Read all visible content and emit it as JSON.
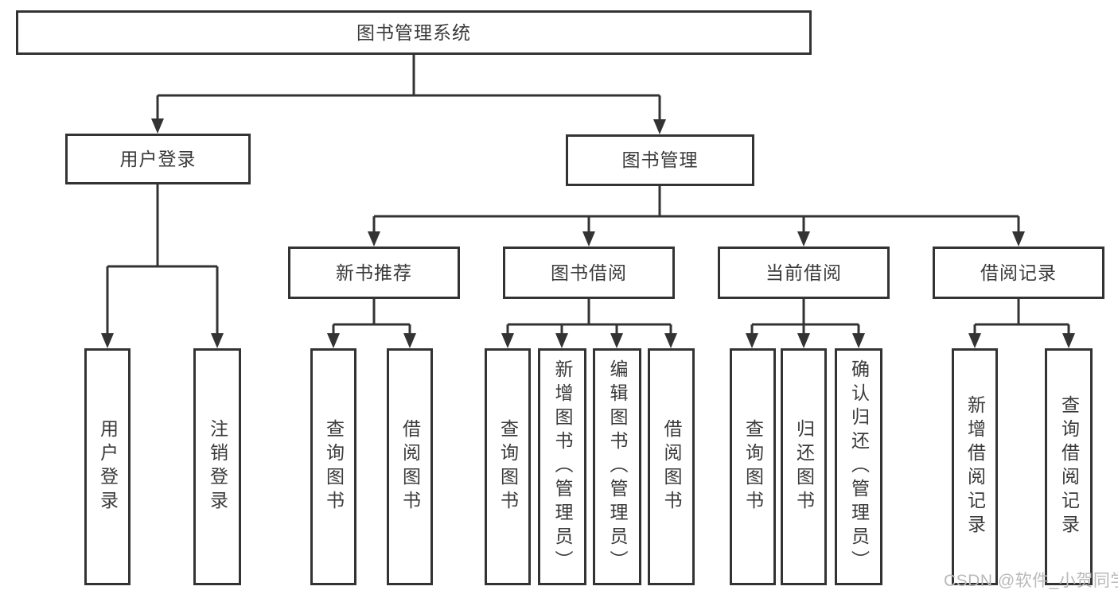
{
  "root": {
    "label": "图书管理系统"
  },
  "level2": {
    "user_login": {
      "label": "用户登录"
    },
    "book_mgmt": {
      "label": "图书管理"
    }
  },
  "user_login_children": {
    "login": {
      "label": "用户登录"
    },
    "logout": {
      "label": "注销登录"
    }
  },
  "book_mgmt_children": {
    "new_book_rec": {
      "label": "新书推荐"
    },
    "book_borrow": {
      "label": "图书借阅"
    },
    "current_borrow": {
      "label": "当前借阅"
    },
    "borrow_record": {
      "label": "借阅记录"
    }
  },
  "new_book_rec_children": {
    "query_books": {
      "label": "查询图书"
    },
    "borrow_books": {
      "label": "借阅图书"
    }
  },
  "book_borrow_children": {
    "query_books": {
      "label": "查询图书"
    },
    "add_books": {
      "label": "新增图书（管理员）"
    },
    "edit_books": {
      "label": "编辑图书（管理员）"
    },
    "borrow_books": {
      "label": "借阅图书"
    }
  },
  "current_borrow_children": {
    "query_books": {
      "label": "查询图书"
    },
    "return_books": {
      "label": "归还图书"
    },
    "confirm_return": {
      "label": "确认归还（管理员）"
    }
  },
  "borrow_record_children": {
    "add_record": {
      "label": "新增借阅记录"
    },
    "query_record": {
      "label": "查询借阅记录"
    }
  },
  "watermark": {
    "text": "CSDN @软件_小贺同学",
    "color": "#b9b9b9"
  },
  "style": {
    "line_color": "#333333",
    "box_border_color": "#333333",
    "box_fill": "#ffffff",
    "text_color": "#3a3a3a"
  }
}
